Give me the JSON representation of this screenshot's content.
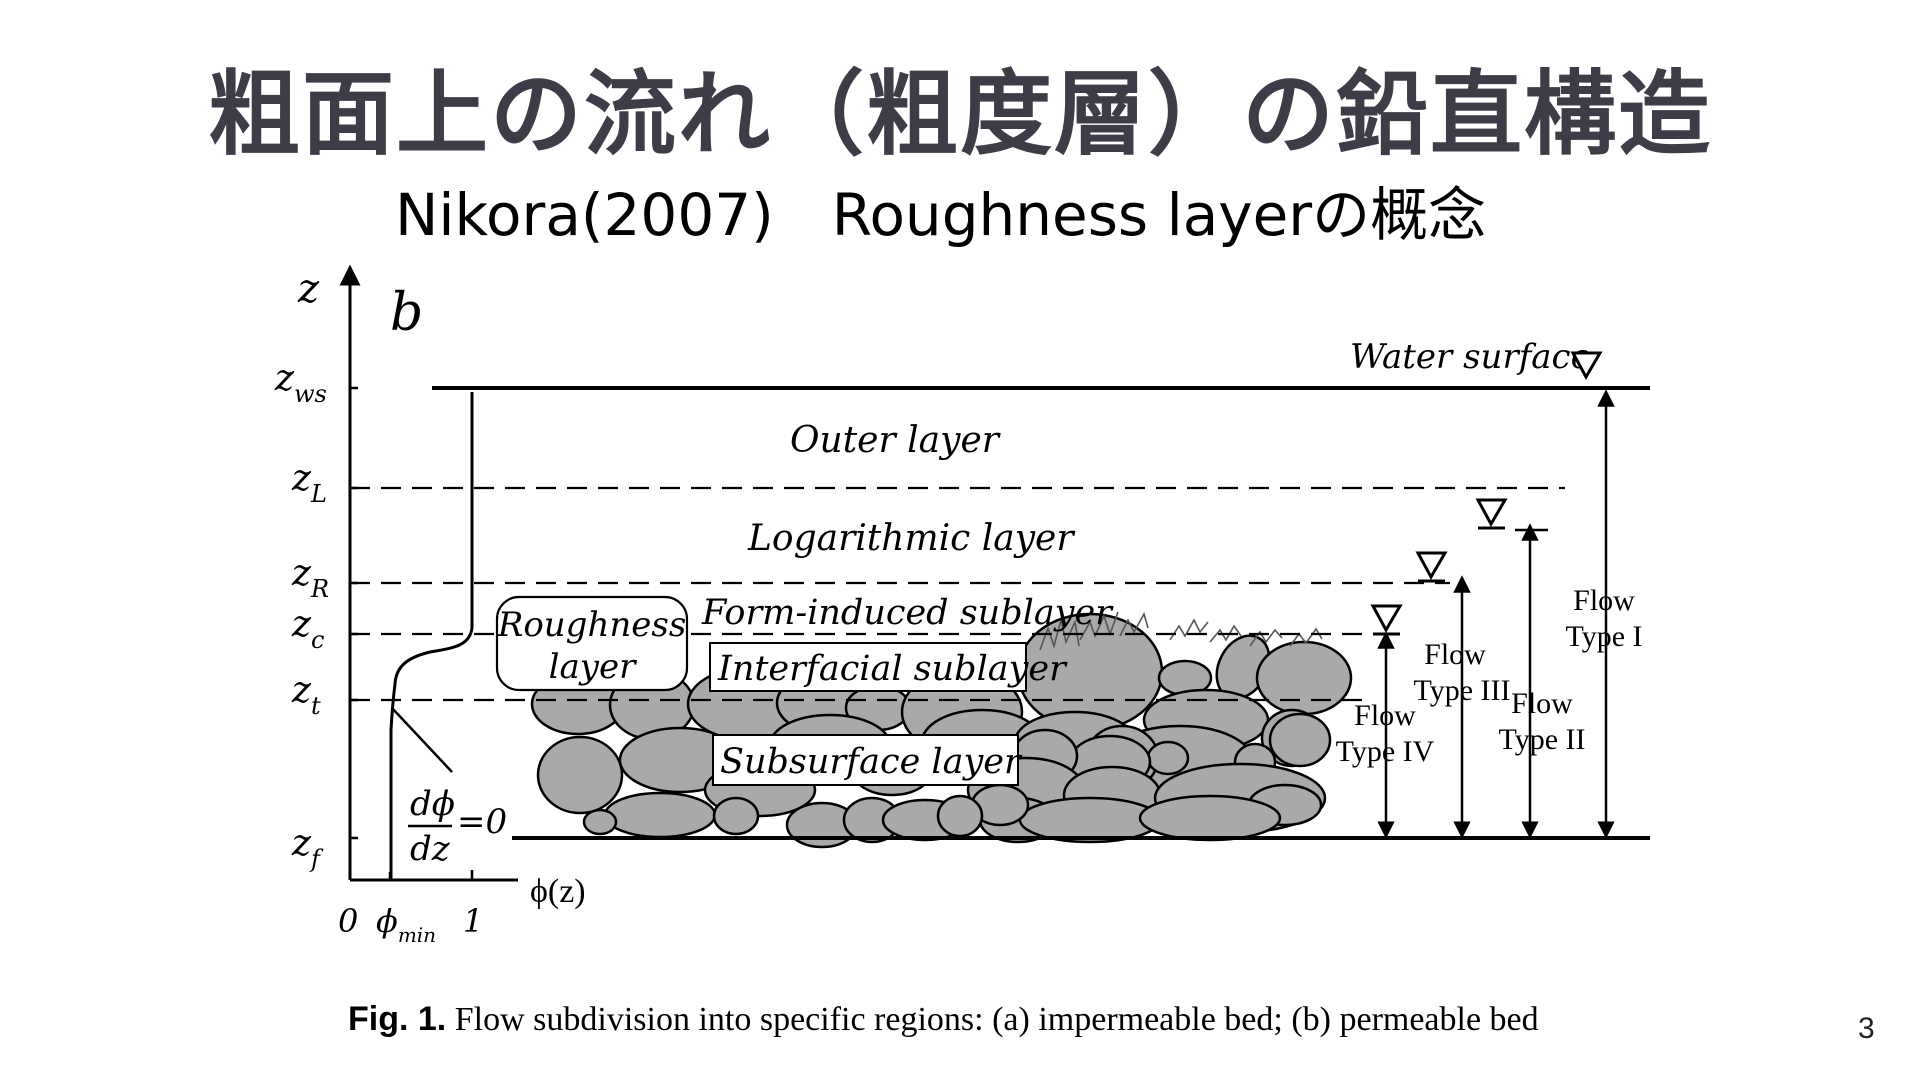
{
  "slide": {
    "title": "粗面上の流れ（粗度層）の鉛直構造",
    "subtitle": "Nikora(2007)　Roughness layerの概念",
    "page_number": "3"
  },
  "figure": {
    "panel_label": "b",
    "axis": {
      "y_label": "z",
      "x_label": "ϕ(z)",
      "tick_zero": "0",
      "tick_phimin": "ϕ",
      "tick_phimin_sub": "min",
      "tick_one": "1"
    },
    "levels": [
      {
        "key": "ws",
        "base": "z",
        "sub": "ws"
      },
      {
        "key": "L",
        "base": "z",
        "sub": "L"
      },
      {
        "key": "R",
        "base": "z",
        "sub": "R"
      },
      {
        "key": "c",
        "base": "z",
        "sub": "c"
      },
      {
        "key": "t",
        "base": "z",
        "sub": "t"
      },
      {
        "key": "f",
        "base": "z",
        "sub": "f"
      }
    ],
    "derivative": {
      "numerator": "dϕ",
      "denominator": "dz",
      "rhs": "=0"
    },
    "layers": {
      "water_surface": "Water surface",
      "outer": "Outer layer",
      "logarithmic": "Logarithmic layer",
      "form_induced": "Form-induced sublayer",
      "interfacial": "Interfacial  sublayer",
      "subsurface": "Subsurface   layer",
      "roughness_line1": "Roughness",
      "roughness_line2": "layer"
    },
    "flow_types": [
      {
        "line1": "Flow",
        "line2": "Type I"
      },
      {
        "line1": "Flow",
        "line2": "Type II"
      },
      {
        "line1": "Flow",
        "line2": "Type III"
      },
      {
        "line1": "Flow",
        "line2": "Type IV"
      }
    ],
    "caption": {
      "bold": "Fig. 1.",
      "text": " Flow subdivision into specific regions: (a) impermeable bed; (b) permeable bed"
    }
  },
  "colors": {
    "title": "#3d3d48",
    "grain_fill": "#a9a9a9",
    "line": "#000000"
  }
}
